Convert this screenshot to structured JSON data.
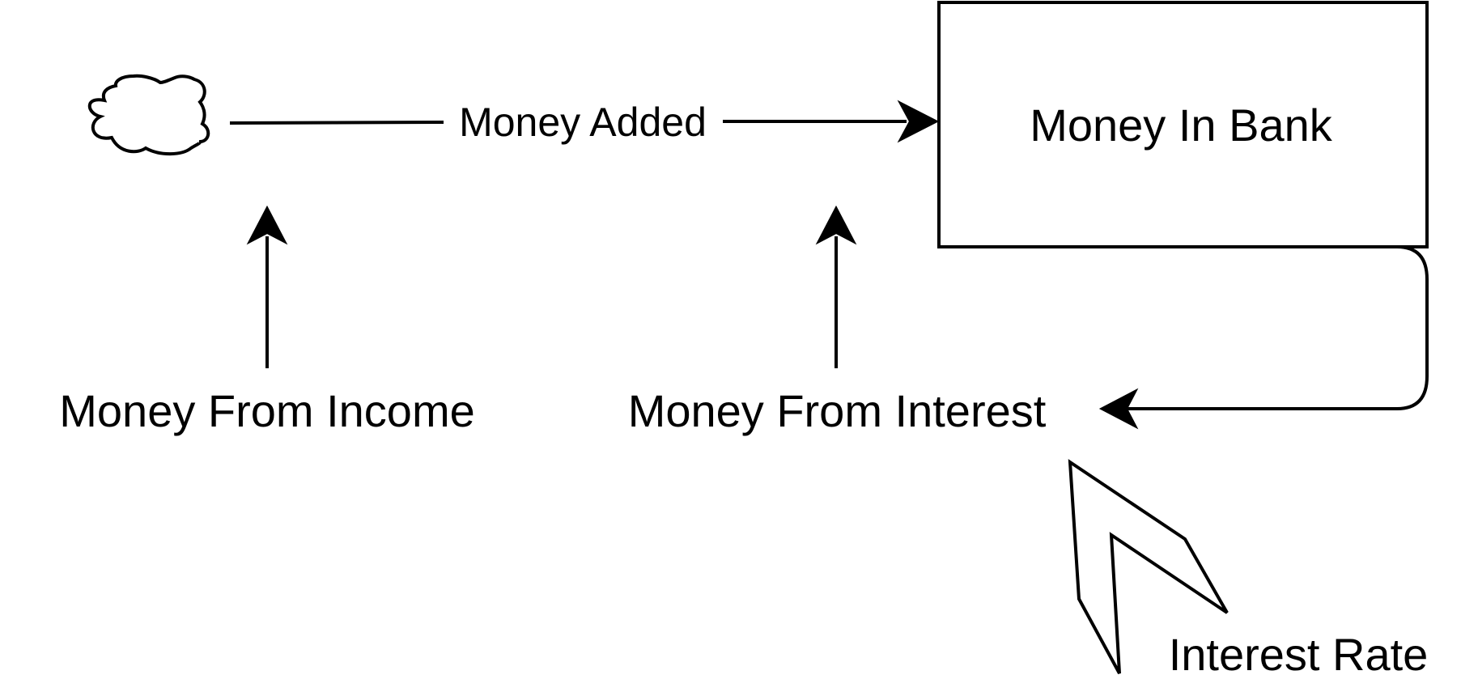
{
  "diagram": {
    "stock": {
      "label": "Money In Bank"
    },
    "source_cloud": {
      "icon": "cloud-icon"
    },
    "flow": {
      "label": "Money Added"
    },
    "converters": {
      "income": {
        "label": "Money From Income"
      },
      "interest": {
        "label": "Money From Interest"
      },
      "rate": {
        "label": "Interest Rate"
      }
    }
  }
}
